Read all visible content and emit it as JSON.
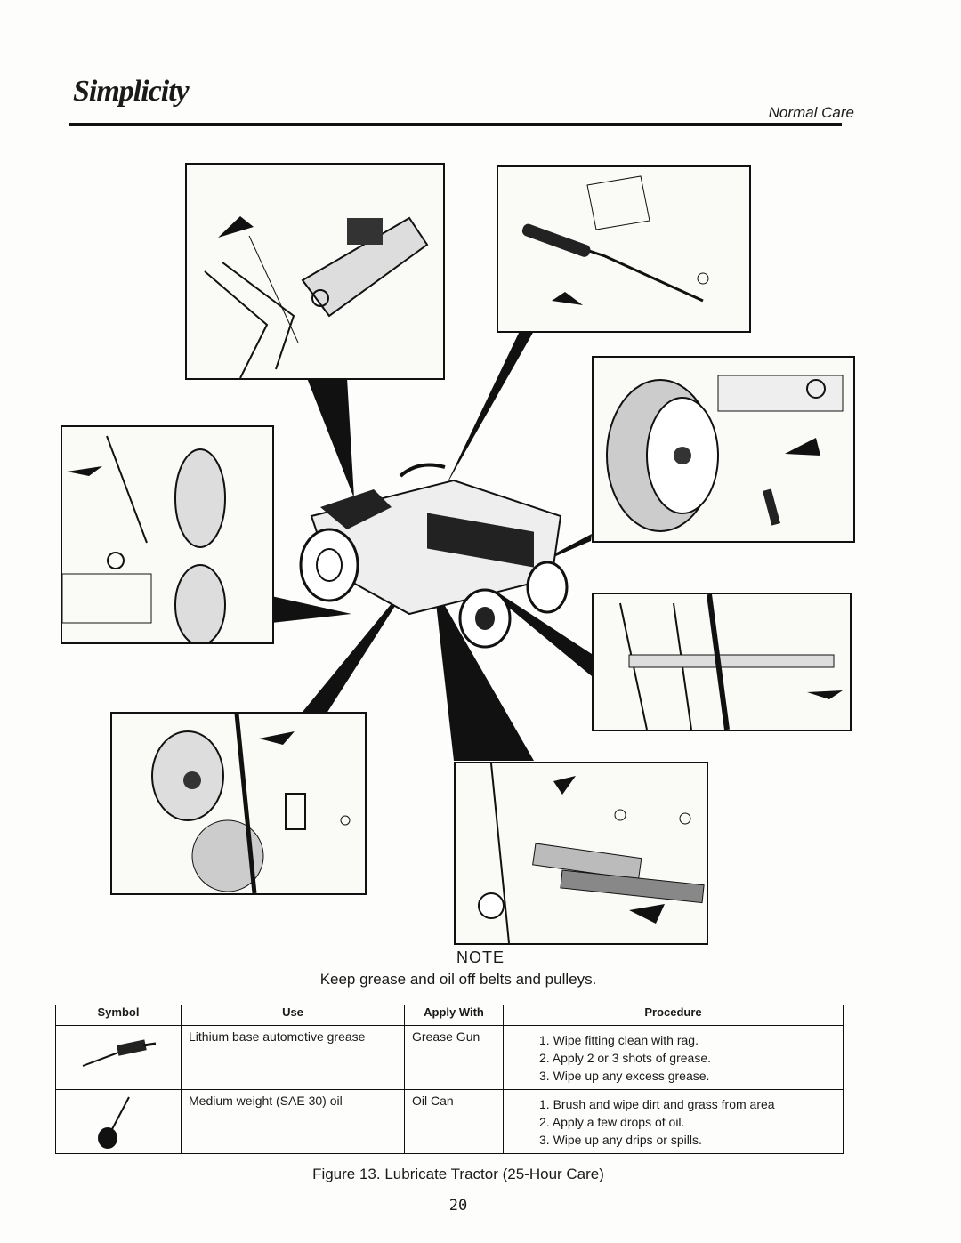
{
  "header": {
    "brand": "Simplicity",
    "section": "Normal Care"
  },
  "note": {
    "title": "NOTE",
    "text": "Keep grease and oil off belts and pulleys."
  },
  "table": {
    "headers": {
      "symbol": "Symbol",
      "use": "Use",
      "apply": "Apply With",
      "procedure": "Procedure"
    },
    "rows": [
      {
        "symbol_icon": "grease-gun-icon",
        "use": "Lithium base automotive grease",
        "apply": "Grease Gun",
        "steps": [
          "1.  Wipe fitting clean with rag.",
          "2.  Apply 2 or 3 shots of grease.",
          "3.  Wipe up any excess grease."
        ]
      },
      {
        "symbol_icon": "oil-can-icon",
        "use": "Medium weight (SAE 30) oil",
        "apply": "Oil Can",
        "steps": [
          "1.  Brush and wipe dirt and grass from area",
          "2.  Apply a few drops of oil.",
          "3.  Wipe up  any drips  or spills."
        ]
      }
    ]
  },
  "caption": "Figure 13.  Lubricate Tractor (25-Hour Care)",
  "page_number": "20"
}
